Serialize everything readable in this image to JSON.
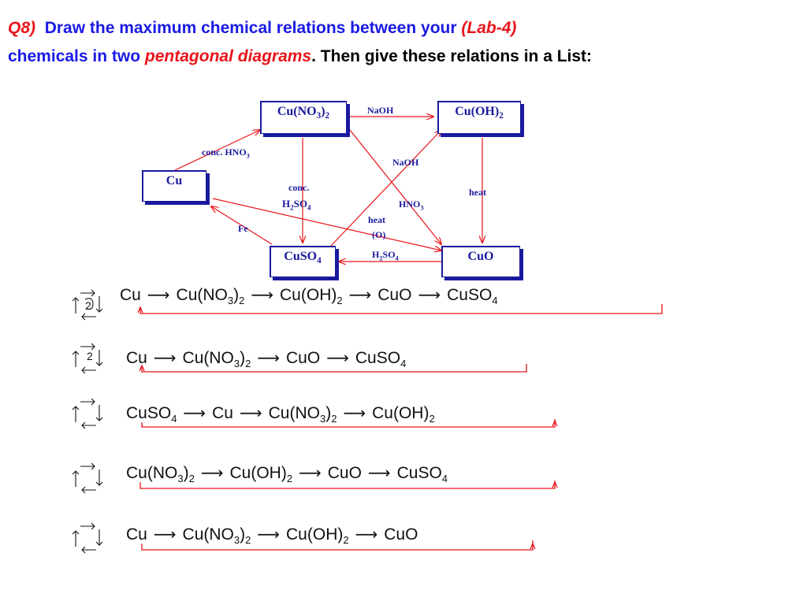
{
  "question": {
    "number": "Q8)",
    "text1": "Draw the maximum chemical relations between your",
    "lab": "(Lab-4)",
    "text2a": "chemicals in two",
    "emph": "pentagonal diagrams",
    "text2b": ". Then give these relations in a List:"
  },
  "nodes": {
    "cuno3": {
      "main": "Cu(NO",
      "sub1": "3",
      "close": ")",
      "sub2": "2"
    },
    "cuoh2": {
      "main": "Cu(OH)",
      "sub": "2"
    },
    "cu": {
      "main": "Cu"
    },
    "cuso4": {
      "main": "CuSO",
      "sub": "4"
    },
    "cuo": {
      "main": "CuO"
    }
  },
  "reagents": {
    "naoh_top": "NaOH",
    "conc_hno3": {
      "main": "conc. HNO",
      "sub": "3"
    },
    "naoh_mid": "NaOH",
    "conc": "conc.",
    "h2so4_left": {
      "a": "H",
      "s1": "2",
      "b": "SO",
      "s2": "4"
    },
    "heat_right": "heat",
    "hno3": {
      "main": "HNO",
      "sub": "3"
    },
    "fe": "Fe",
    "heat_o": "heat",
    "o": "(O)",
    "h2so4_bottom": {
      "a": "H",
      "s1": "2",
      "b": "SO",
      "s2": "4"
    }
  },
  "sequences": [
    {
      "items": [
        [
          "Cu"
        ],
        [
          "Cu(NO",
          "3",
          ")",
          "2"
        ],
        [
          "Cu(OH)",
          "2"
        ],
        [
          "CuO"
        ],
        [
          "CuSO",
          "4"
        ]
      ],
      "arrow": "⟶"
    },
    {
      "items": [
        [
          "Cu"
        ],
        [
          "Cu(NO",
          "3",
          ")",
          "2"
        ],
        [
          "CuO"
        ],
        [
          "CuSO",
          "4"
        ]
      ],
      "arrow": "⟶"
    },
    {
      "items": [
        [
          "CuSO",
          "4"
        ],
        [
          "Cu"
        ],
        [
          "Cu(NO",
          "3",
          ")",
          "2"
        ],
        [
          "Cu(OH)",
          "2"
        ]
      ],
      "arrow": "⟶"
    },
    {
      "items": [
        [
          "Cu(NO",
          "3",
          ")",
          "2"
        ],
        [
          "Cu(OH)",
          "2"
        ],
        [
          "CuO"
        ],
        [
          "CuSO",
          "4"
        ]
      ],
      "arrow": "⟶"
    },
    {
      "items": [
        [
          "Cu"
        ],
        [
          "Cu(NO",
          "3",
          ")",
          "2"
        ],
        [
          "Cu(OH)",
          "2"
        ],
        [
          "CuO"
        ]
      ],
      "arrow": "⟶"
    }
  ],
  "cycle_numbers": [
    "2",
    "2"
  ],
  "colors": {
    "title_blue": "#1a1ae6",
    "red": "#e8141a",
    "box_blue": "#1a1a9e"
  }
}
